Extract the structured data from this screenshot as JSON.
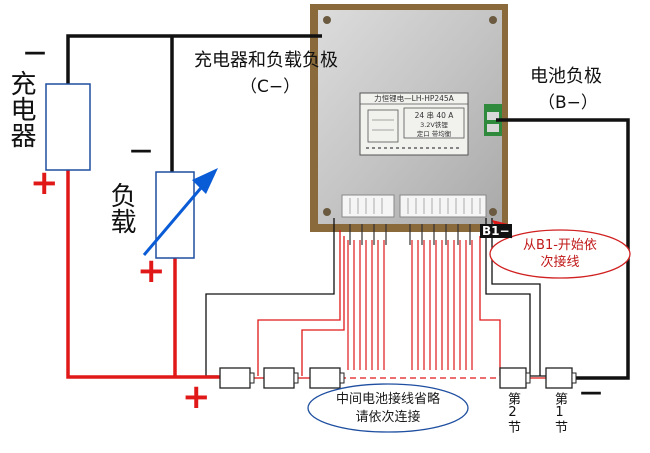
{
  "labels": {
    "charger": "充电器",
    "charger_minus": "—",
    "charger_plus": "+",
    "load": "负载",
    "load_minus": "—",
    "load_plus": "+",
    "bottom_plus": "+",
    "bottom_minus": "—",
    "c_minus_title": "充电器和负载负极",
    "c_minus_code": "（C−）",
    "b_minus_title": "电池负极",
    "b_minus_code": "（B−）",
    "b1_tag": "B1−",
    "callout_top_line1": "从B1-开始依",
    "callout_top_line2": "次接线",
    "callout_bottom_line1": "中间电池接线省略",
    "callout_bottom_line2": "请依次连接",
    "cell_2": "第2节",
    "cell_1": "第1节"
  },
  "bms_board": {
    "model": "力恒锂电—LH-HP245A",
    "spec_line1": "24 串 40 A",
    "spec_line2": "3.2V铁锂",
    "spec_line3": "定口 带均衡"
  },
  "colors": {
    "wire_black": "#111111",
    "wire_red": "#e01818",
    "component_blue": "#0a5bd6",
    "box_border": "#1f4fa0",
    "callout_border": "#d02020",
    "board_gray": "#c9c9c9"
  }
}
